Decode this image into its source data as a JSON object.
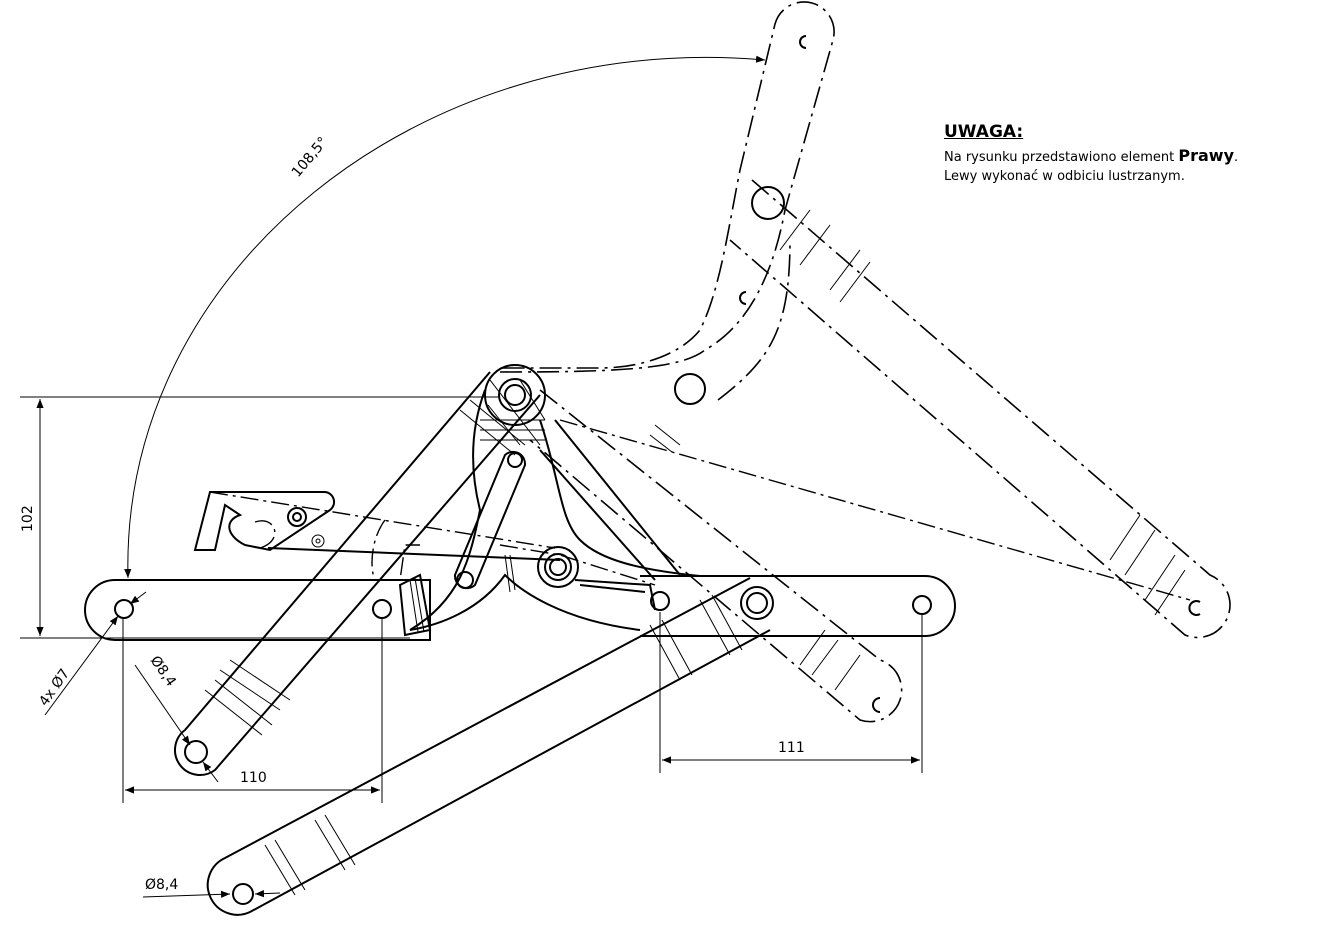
{
  "note": {
    "title": "UWAGA:",
    "line1_before": "Na rysunku przedstawiono element ",
    "line1_bold": "Prawy",
    "line1_after": ".",
    "line2": "Lewy wykonać w odbiciu lustrzanym."
  },
  "dimensions": {
    "angle": "108,5°",
    "height": "102",
    "holes_count": "4x Ø7",
    "dia_upper": "Ø8,4",
    "dia_lower": "Ø8,4",
    "width_left": "110",
    "width_right": "111"
  }
}
